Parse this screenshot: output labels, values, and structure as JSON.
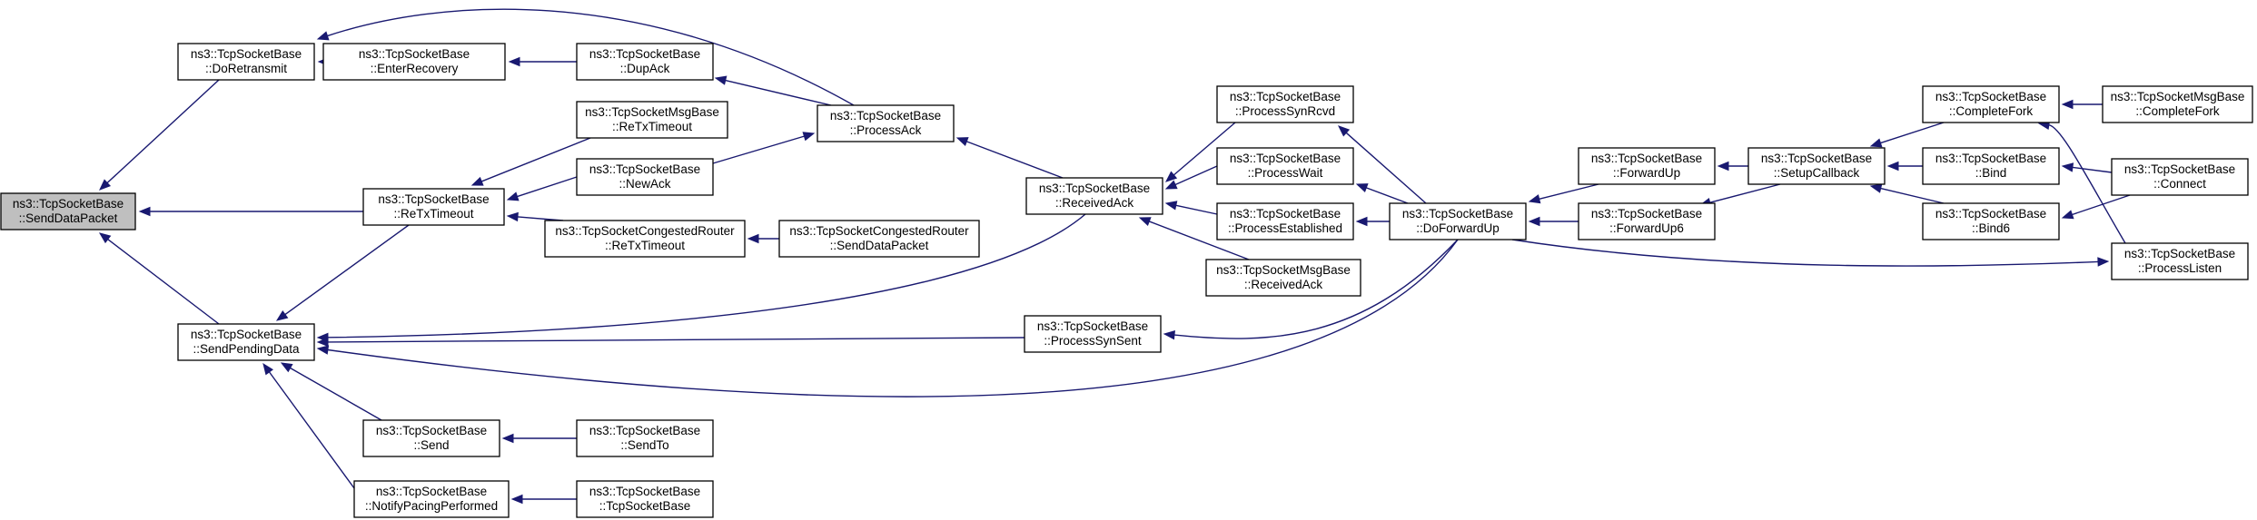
{
  "nodes": [
    {
      "id": "send_data_packet",
      "line1": "ns3::TcpSocketBase",
      "line2": "::SendDataPacket",
      "focus": true
    },
    {
      "id": "do_retransmit",
      "line1": "ns3::TcpSocketBase",
      "line2": "::DoRetransmit"
    },
    {
      "id": "enter_recovery",
      "line1": "ns3::TcpSocketBase",
      "line2": "::EnterRecovery"
    },
    {
      "id": "dup_ack",
      "line1": "ns3::TcpSocketBase",
      "line2": "::DupAck"
    },
    {
      "id": "process_ack",
      "line1": "ns3::TcpSocketBase",
      "line2": "::ProcessAck"
    },
    {
      "id": "msg_retx_timeout",
      "line1": "ns3::TcpSocketMsgBase",
      "line2": "::ReTxTimeout"
    },
    {
      "id": "new_ack",
      "line1": "ns3::TcpSocketBase",
      "line2": "::NewAck"
    },
    {
      "id": "retx_timeout",
      "line1": "ns3::TcpSocketBase",
      "line2": "::ReTxTimeout"
    },
    {
      "id": "cong_retx_timeout",
      "line1": "ns3::TcpSocketCongestedRouter",
      "line2": "::ReTxTimeout"
    },
    {
      "id": "cong_send_data_packet",
      "line1": "ns3::TcpSocketCongestedRouter",
      "line2": "::SendDataPacket"
    },
    {
      "id": "send_pending_data",
      "line1": "ns3::TcpSocketBase",
      "line2": "::SendPendingData"
    },
    {
      "id": "received_ack",
      "line1": "ns3::TcpSocketBase",
      "line2": "::ReceivedAck"
    },
    {
      "id": "process_syn_rcvd",
      "line1": "ns3::TcpSocketBase",
      "line2": "::ProcessSynRcvd"
    },
    {
      "id": "process_wait",
      "line1": "ns3::TcpSocketBase",
      "line2": "::ProcessWait"
    },
    {
      "id": "process_established",
      "line1": "ns3::TcpSocketBase",
      "line2": "::ProcessEstablished"
    },
    {
      "id": "msg_received_ack",
      "line1": "ns3::TcpSocketMsgBase",
      "line2": "::ReceivedAck"
    },
    {
      "id": "process_syn_sent",
      "line1": "ns3::TcpSocketBase",
      "line2": "::ProcessSynSent"
    },
    {
      "id": "do_forward_up",
      "line1": "ns3::TcpSocketBase",
      "line2": "::DoForwardUp"
    },
    {
      "id": "forward_up",
      "line1": "ns3::TcpSocketBase",
      "line2": "::ForwardUp"
    },
    {
      "id": "forward_up6",
      "line1": "ns3::TcpSocketBase",
      "line2": "::ForwardUp6"
    },
    {
      "id": "setup_callback",
      "line1": "ns3::TcpSocketBase",
      "line2": "::SetupCallback"
    },
    {
      "id": "complete_fork",
      "line1": "ns3::TcpSocketBase",
      "line2": "::CompleteFork"
    },
    {
      "id": "msg_complete_fork",
      "line1": "ns3::TcpSocketMsgBase",
      "line2": "::CompleteFork"
    },
    {
      "id": "bind",
      "line1": "ns3::TcpSocketBase",
      "line2": "::Bind"
    },
    {
      "id": "connect",
      "line1": "ns3::TcpSocketBase",
      "line2": "::Connect"
    },
    {
      "id": "bind6",
      "line1": "ns3::TcpSocketBase",
      "line2": "::Bind6"
    },
    {
      "id": "process_listen",
      "line1": "ns3::TcpSocketBase",
      "line2": "::ProcessListen"
    },
    {
      "id": "send",
      "line1": "ns3::TcpSocketBase",
      "line2": "::Send"
    },
    {
      "id": "send_to",
      "line1": "ns3::TcpSocketBase",
      "line2": "::SendTo"
    },
    {
      "id": "notify_pacing_performed",
      "line1": "ns3::TcpSocketBase",
      "line2": "::NotifyPacingPerformed"
    },
    {
      "id": "tcp_socket_base_ctor",
      "line1": "ns3::TcpSocketBase",
      "line2": "::TcpSocketBase"
    }
  ],
  "edges": [
    {
      "from": "do_retransmit",
      "to": "send_data_packet"
    },
    {
      "from": "send_pending_data",
      "to": "send_data_packet"
    },
    {
      "from": "retx_timeout",
      "to": "send_data_packet"
    },
    {
      "from": "enter_recovery",
      "to": "do_retransmit"
    },
    {
      "from": "process_ack",
      "to": "do_retransmit"
    },
    {
      "from": "dup_ack",
      "to": "enter_recovery"
    },
    {
      "from": "process_ack",
      "to": "dup_ack"
    },
    {
      "from": "received_ack",
      "to": "process_ack"
    },
    {
      "from": "new_ack",
      "to": "process_ack"
    },
    {
      "from": "msg_retx_timeout",
      "to": "retx_timeout"
    },
    {
      "from": "new_ack",
      "to": "retx_timeout"
    },
    {
      "from": "cong_retx_timeout",
      "to": "retx_timeout"
    },
    {
      "from": "cong_send_data_packet",
      "to": "cong_retx_timeout"
    },
    {
      "from": "retx_timeout",
      "to": "send_pending_data"
    },
    {
      "from": "received_ack",
      "to": "send_pending_data"
    },
    {
      "from": "process_syn_sent",
      "to": "send_pending_data"
    },
    {
      "from": "do_forward_up",
      "to": "send_pending_data"
    },
    {
      "from": "send",
      "to": "send_pending_data"
    },
    {
      "from": "notify_pacing_performed",
      "to": "send_pending_data"
    },
    {
      "from": "process_syn_rcvd",
      "to": "received_ack"
    },
    {
      "from": "process_wait",
      "to": "received_ack"
    },
    {
      "from": "process_established",
      "to": "received_ack"
    },
    {
      "from": "msg_received_ack",
      "to": "received_ack"
    },
    {
      "from": "do_forward_up",
      "to": "process_syn_rcvd"
    },
    {
      "from": "do_forward_up",
      "to": "process_wait"
    },
    {
      "from": "do_forward_up",
      "to": "process_established"
    },
    {
      "from": "do_forward_up",
      "to": "process_syn_sent"
    },
    {
      "from": "forward_up",
      "to": "do_forward_up"
    },
    {
      "from": "forward_up6",
      "to": "do_forward_up"
    },
    {
      "from": "setup_callback",
      "to": "forward_up"
    },
    {
      "from": "setup_callback",
      "to": "forward_up6"
    },
    {
      "from": "complete_fork",
      "to": "setup_callback"
    },
    {
      "from": "bind",
      "to": "setup_callback"
    },
    {
      "from": "bind6",
      "to": "setup_callback"
    },
    {
      "from": "msg_complete_fork",
      "to": "complete_fork"
    },
    {
      "from": "process_listen",
      "to": "complete_fork"
    },
    {
      "from": "connect",
      "to": "bind"
    },
    {
      "from": "connect",
      "to": "bind6"
    },
    {
      "from": "do_forward_up",
      "to": "process_listen"
    },
    {
      "from": "send_to",
      "to": "send"
    },
    {
      "from": "tcp_socket_base_ctor",
      "to": "notify_pacing_performed"
    }
  ]
}
